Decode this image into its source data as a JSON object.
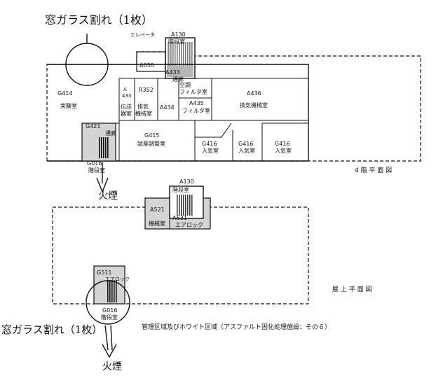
{
  "annotations": {
    "broken_glass_top": "窓ガラス割れ（1枚）",
    "broken_glass_bottom": "窓ガラス割れ（1枚）",
    "fire_top": "火煙",
    "fire_bottom": "火煙"
  },
  "fourth_floor": {
    "title": "4 階 平 面 図",
    "rooms": {
      "elevator": "エレベータ",
      "a130_code": "A130",
      "a130_name": "階段室",
      "a050": "A050",
      "a433_code": "A433",
      "a433_name": "通廊",
      "g414_code": "G414",
      "g414_name": "実験室",
      "a433b": "A\n433",
      "r352_code": "R352",
      "r352_dencho": "伝送\n器室",
      "r352_name": "排気\n機械室",
      "kucho_name": "空調\nフィルタ室",
      "a434": "A434",
      "a435_code": "A435",
      "a435_name": "フィルタ室",
      "a436_code": "A436",
      "a436_name": "換気機械室",
      "g421_code": "G421",
      "g421_name": "通廊",
      "g415_code": "G415",
      "g415_name": "試薬調整室",
      "g416a_code": "G416",
      "g416a_name": "入気室",
      "g416b_code": "G416",
      "g416b_name": "入気室",
      "g416c_code": "G416",
      "g416c_name": "入気室",
      "g016_code": "G016",
      "g016_name": "階段室"
    }
  },
  "roof": {
    "title": "屋 上 平 面 図",
    "rooms": {
      "a130_code": "A130",
      "a130_name": "階段室",
      "a521_code": "A521",
      "a521_name": "機械室",
      "a531_code": "A531",
      "a531_name": "エアロック",
      "g511_code": "G511",
      "g511_name": "エアロック",
      "g016_code": "G016",
      "g016_name": "階段室"
    }
  },
  "caption": "管理区域及びホワイト区域（アスファルト固化処理施設：その６）",
  "colors": {
    "ink": "#111111",
    "shade": "#b5b5b5",
    "paper": "#ffffff"
  }
}
